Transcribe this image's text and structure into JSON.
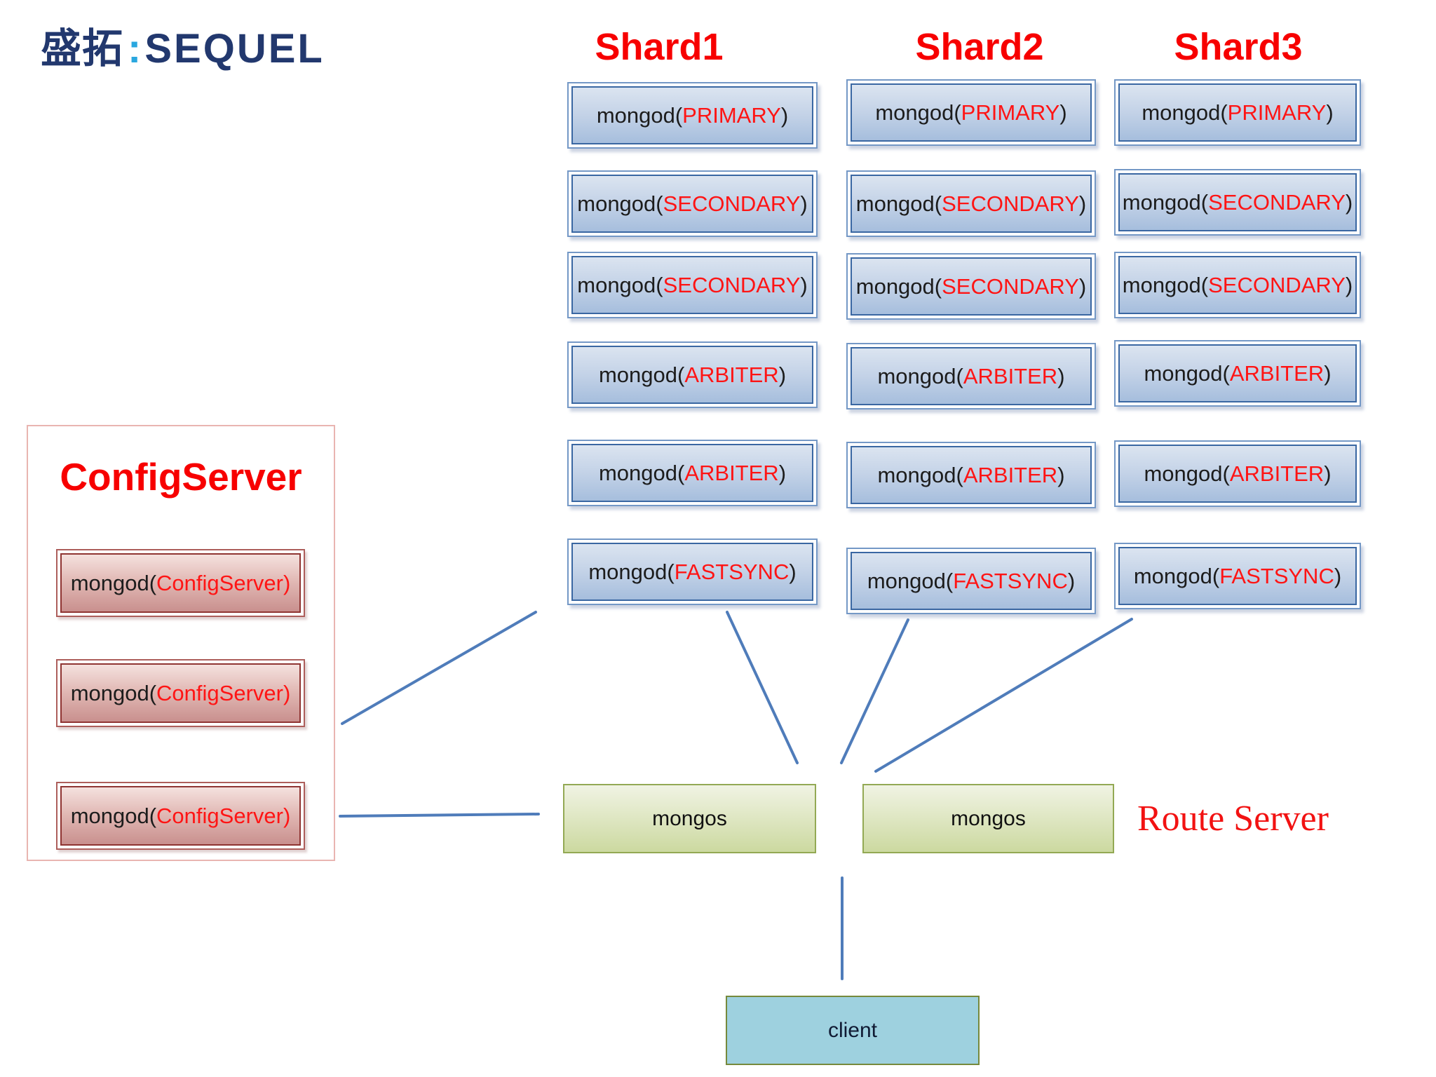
{
  "logo": {
    "cn": "盛拓",
    "colon": ":",
    "en": "SEQUEL"
  },
  "config_server": {
    "title": "ConfigServer",
    "nodes": [
      {
        "prefix": "mongod(",
        "keyword": "ConfigServer",
        "suffix": ")"
      },
      {
        "prefix": "mongod(",
        "keyword": "ConfigServer",
        "suffix": ")"
      },
      {
        "prefix": "mongod(",
        "keyword": "ConfigServer",
        "suffix": ")"
      }
    ]
  },
  "shards": [
    {
      "title": "Shard1",
      "nodes": [
        {
          "prefix": "mongod(",
          "keyword": "PRIMARY",
          "suffix": ")"
        },
        {
          "prefix": "mongod(",
          "keyword": "SECONDARY",
          "suffix": ")"
        },
        {
          "prefix": "mongod(",
          "keyword": "SECONDARY",
          "suffix": ")"
        },
        {
          "prefix": "mongod(",
          "keyword": "ARBITER",
          "suffix": ")"
        },
        {
          "prefix": "mongod(",
          "keyword": "ARBITER",
          "suffix": ")"
        },
        {
          "prefix": "mongod(",
          "keyword": "FASTSYNC",
          "suffix": ")"
        }
      ]
    },
    {
      "title": "Shard2",
      "nodes": [
        {
          "prefix": "mongod(",
          "keyword": "PRIMARY",
          "suffix": ")"
        },
        {
          "prefix": "mongod(",
          "keyword": "SECONDARY",
          "suffix": ")"
        },
        {
          "prefix": "mongod(",
          "keyword": "SECONDARY",
          "suffix": ")"
        },
        {
          "prefix": "mongod(",
          "keyword": "ARBITER",
          "suffix": ")"
        },
        {
          "prefix": "mongod(",
          "keyword": "ARBITER",
          "suffix": ")"
        },
        {
          "prefix": "mongod(",
          "keyword": "FASTSYNC",
          "suffix": ")"
        }
      ]
    },
    {
      "title": "Shard3",
      "nodes": [
        {
          "prefix": "mongod(",
          "keyword": "PRIMARY",
          "suffix": ")"
        },
        {
          "prefix": "mongod(",
          "keyword": "SECONDARY",
          "suffix": ")"
        },
        {
          "prefix": "mongod(",
          "keyword": "SECONDARY",
          "suffix": ")"
        },
        {
          "prefix": "mongod(",
          "keyword": "ARBITER",
          "suffix": ")"
        },
        {
          "prefix": "mongod(",
          "keyword": "ARBITER",
          "suffix": ")"
        },
        {
          "prefix": "mongod(",
          "keyword": "FASTSYNC",
          "suffix": ")"
        }
      ]
    }
  ],
  "route_server": {
    "label": "Route Server"
  },
  "mongos": [
    {
      "label": "mongos"
    },
    {
      "label": "mongos"
    }
  ],
  "client": {
    "label": "client"
  },
  "colors": {
    "heading_red": "#f70000",
    "keyword_red": "#ff1414",
    "logo_navy": "#22386e",
    "logo_cyan": "#2aa7df",
    "connector_blue": "#4f7cba",
    "blue_node_border": "#3a67a2",
    "config_node_border": "#8f3432",
    "green_node_border": "#93a954",
    "client_fill": "#9ed1df"
  }
}
